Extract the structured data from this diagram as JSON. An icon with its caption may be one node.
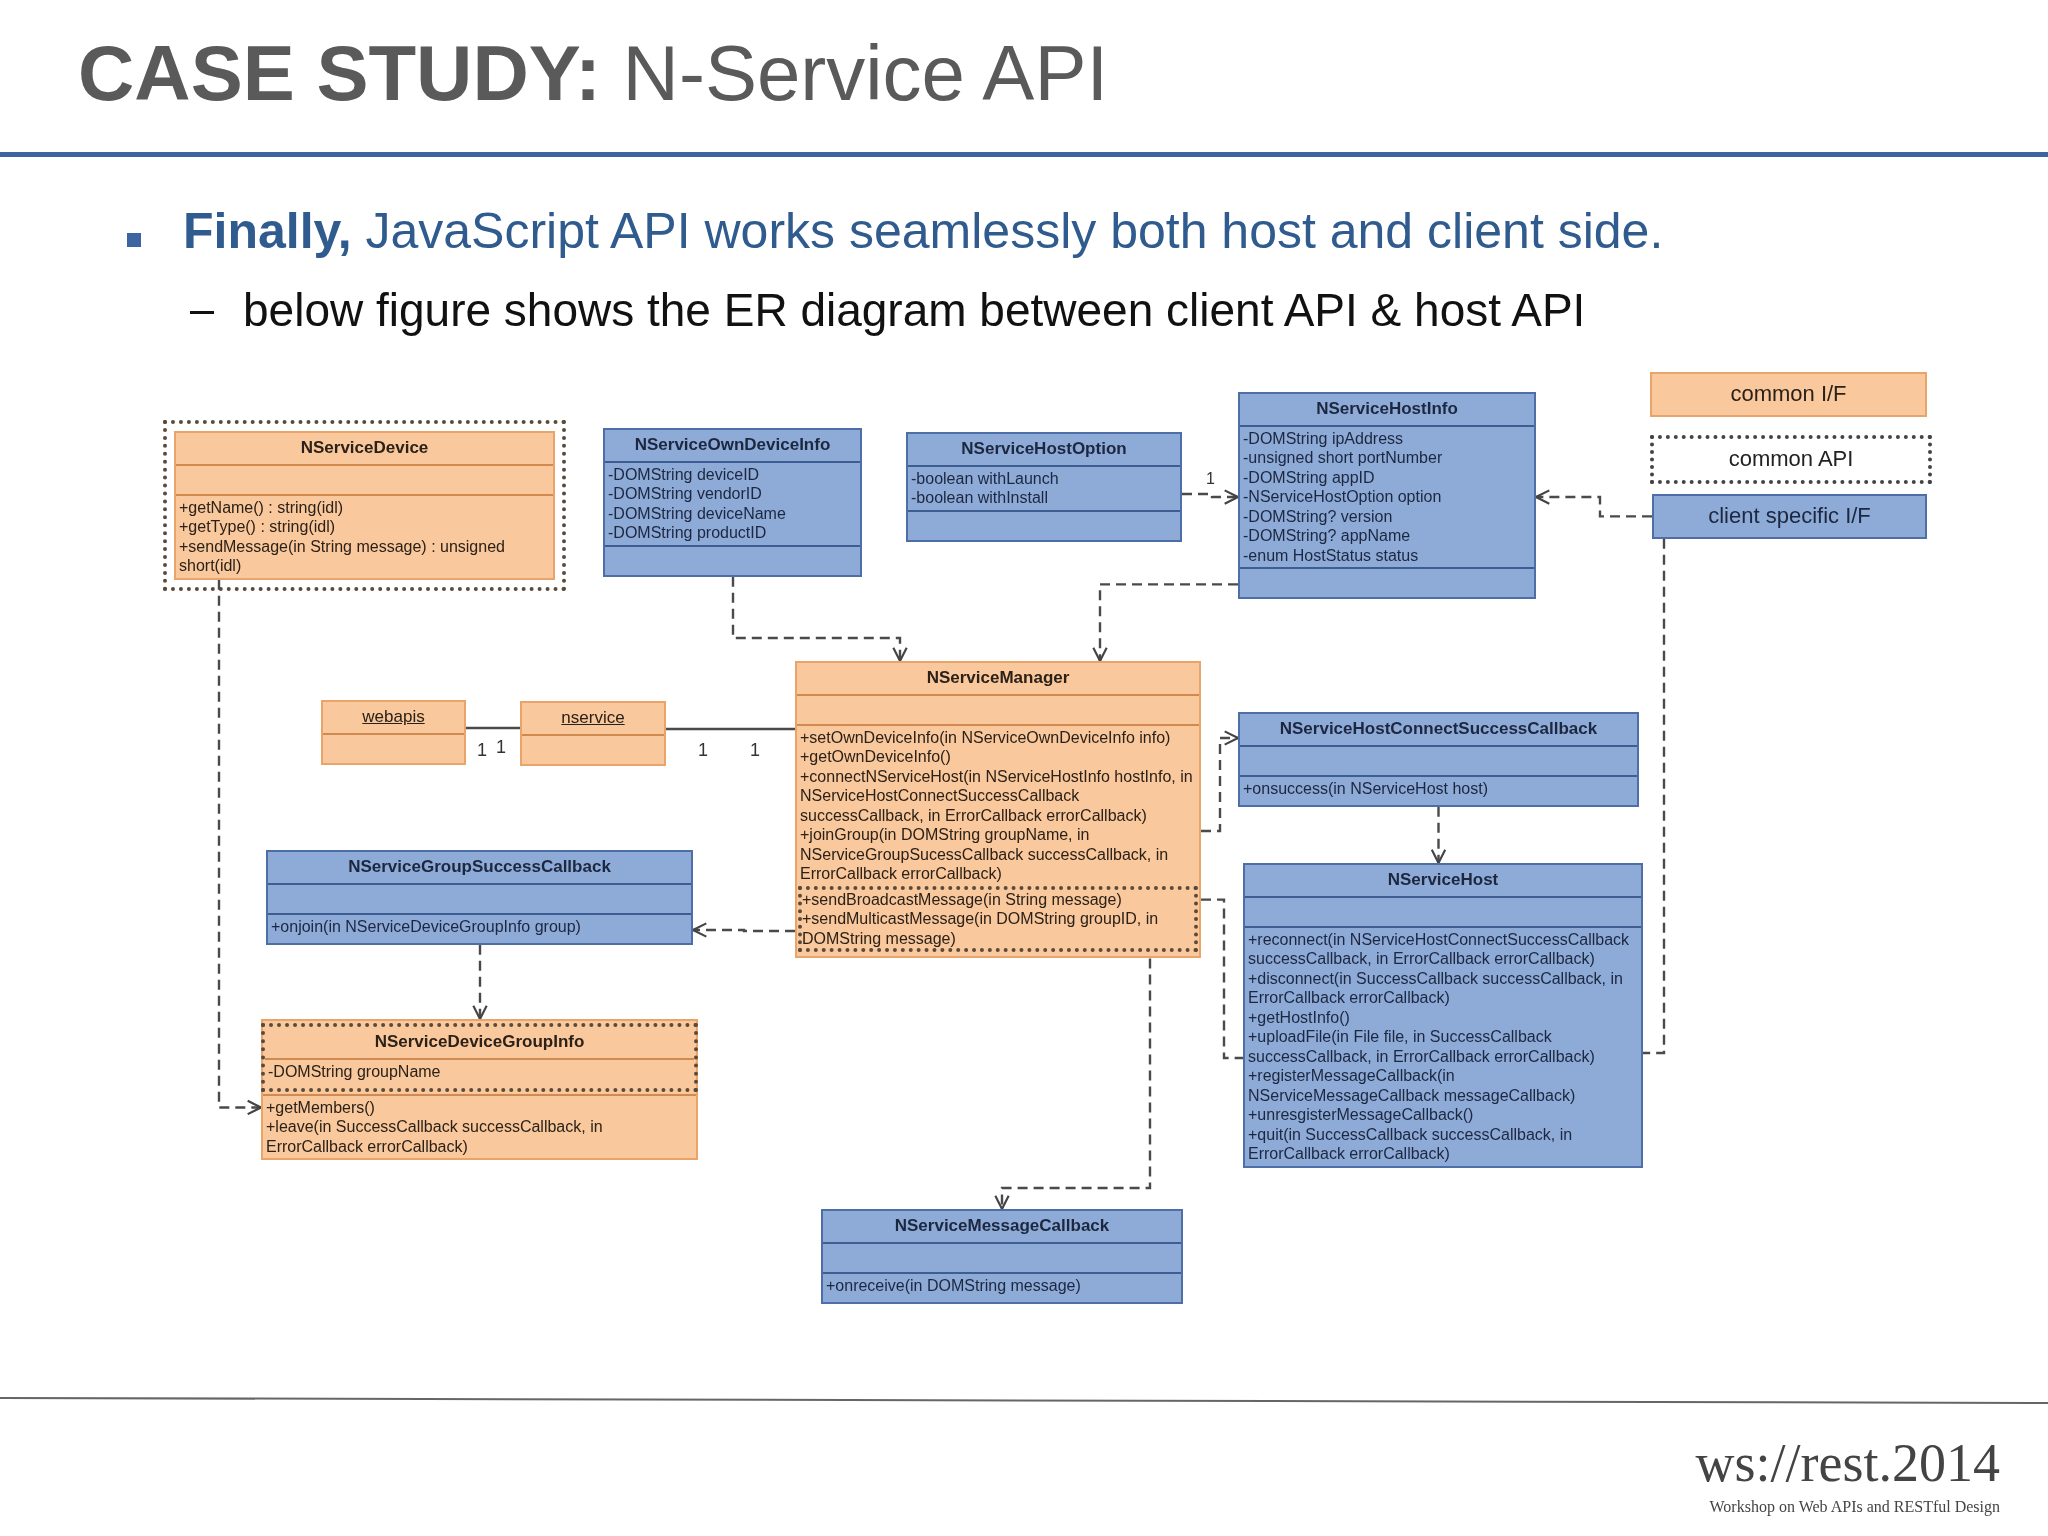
{
  "diagram": {
    "title": "**CASE STUDY:** N-Service API",
    "nodes": [
      {
        "text": [
          "NServiceDevice",
          "+getName() : string(idl)",
          "+getType() : string(idl)",
          "+sendMessage(in String message) : unsigned short(idl)"
        ]
      },
      {
        "text": [
          "NServiceOwnDeviceInfo",
          "-DOMString deviceID",
          "-DOMString vendorID",
          "-DOMString deviceName",
          "-DOMString productID"
        ]
      },
      {
        "text": [
          "NServiceHostOption",
          "-boolean withLaunch",
          "-boolean withInstall"
        ]
      },
      {
        "text": [
          "NServiceHostInfo",
          "-DOMString ipAddress",
          "-unsigned short portNumber",
          "-DOMString appID",
          "-NServiceHostOption option",
          "-DOMString? version",
          "-DOMString? appName",
          "-enum HostStatus status"
        ]
      },
      {
        "text": [
          "common I/F"
        ]
      },
      {
        "text": [
          "common API"
        ]
      },
      {
        "text": [
          "client specific I/F"
        ]
      },
      {
        "text": [
          "webapis"
        ]
      },
      {
        "text": [
          "nservice"
        ]
      },
      {
        "text": [
          "NServiceManager",
          "+setOwnDeviceInfo(in NServiceOwnDeviceInfo info)",
          "+getOwnDeviceInfo()",
          "+connectNServiceHost(in NServiceHostInfo hostInfo, in NServiceHostConnectSuccessCallback successCallback, in ErrorCallback errorCallback)",
          "+joinGroup(in DOMString groupName, in NServiceGroupSucessCallback successCallback, in ErrorCallback errorCallback)",
          "+sendBroadcastMessage(in String message)",
          "+sendMulticastMessage(in DOMString groupID, in DOMString message)"
        ]
      },
      {
        "text": [
          "NServiceHostConnectSuccessCallback",
          "+onsuccess(in NServiceHost host)"
        ]
      },
      {
        "text": [
          "NServiceGroupSuccessCallback",
          "+onjoin(in NServiceDeviceGroupInfo group)"
        ]
      },
      {
        "text": [
          "NServiceHost",
          "+reconnect(in NServiceHostConnectSuccessCallback successCallback, in ErrorCallback errorCallback)",
          "+disconnect(in SuccessCallback successCallback, in ErrorCallback errorCallback)",
          "+getHostInfo()",
          "+uploadFile(in File file, in SuccessCallback successCallback, in ErrorCallback errorCallback)",
          "+registerMessageCallback(in NServiceMessageCallback messageCallback)",
          "+unresgisterMessageCallback()",
          "+quit(in SuccessCallback successCallback, in ErrorCallback errorCallback)"
        ]
      },
      {
        "text": [
          "NServiceDeviceGroupInfo",
          "-DOMString groupName",
          "+getMembers()",
          "+leave(in SuccessCallback successCallback, in ErrorCallback errorCallback)"
        ]
      },
      {
        "text": [
          "NServiceMessageCallback",
          "+onreceive(in DOMString message)"
        ]
      }
    ],
    "edges": [
      {
        "from": 0,
        "to": 13,
        "arrow": "to",
        "style": "dashed"
      },
      {
        "from": 1,
        "to": 9,
        "arrow": "to",
        "style": "dashed"
      },
      {
        "from": 3,
        "to": 9,
        "arrow": "to",
        "style": "dashed"
      },
      {
        "from": 2,
        "to": 3,
        "arrow": "to",
        "style": "dashed",
        "label": "1"
      },
      {
        "from": 6,
        "to": 3,
        "arrow": "to",
        "style": "dashed"
      },
      {
        "from": 6,
        "to": 12,
        "arrow": "none",
        "style": "dashed"
      },
      {
        "from": 7,
        "to": 8,
        "arrow": "other"
      },
      {
        "from": 8,
        "to": 9,
        "arrow": "other"
      },
      {
        "from": 9,
        "to": 10,
        "arrow": "to",
        "style": "dashed"
      },
      {
        "from": 10,
        "to": 12,
        "arrow": "to",
        "style": "dashed"
      },
      {
        "from": 9,
        "to": 11,
        "arrow": "to",
        "style": "dashed"
      },
      {
        "from": 11,
        "to": 13,
        "arrow": "to",
        "style": "dashed"
      },
      {
        "from": 9,
        "to": 12,
        "arrow": "none",
        "style": "dashed"
      },
      {
        "from": 9,
        "to": 14,
        "arrow": "to",
        "style": "dashed"
      }
    ],
    "labels": [
      "**Finally,** JavaScript API works seamlessly both host and client side.",
      "below figure shows the ER diagram between client API & host API",
      "1",
      "1",
      "1",
      "1",
      "ws://rest.2014",
      "Workshop on Web APIs and RESTful Design"
    ]
  }
}
